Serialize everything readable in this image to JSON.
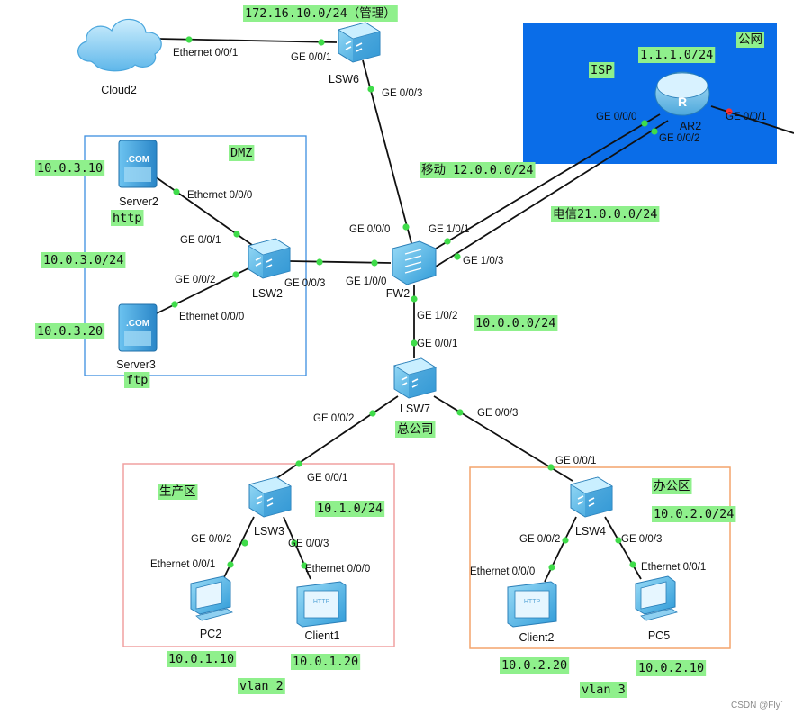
{
  "zones": {
    "isp": {
      "title": "公网",
      "label": "ISP",
      "color": "#0a6de8"
    },
    "dmz": {
      "title": "DMZ",
      "color": "#3d8fe0"
    },
    "production": {
      "title": "生产区",
      "color": "#f0a0a0"
    },
    "office": {
      "title": "办公区",
      "color": "#f4a46c"
    }
  },
  "devices": {
    "cloud2": "Cloud2",
    "lsw6": "LSW6",
    "ar2": "AR2",
    "fw2": "FW2",
    "lsw2": "LSW2",
    "server2": "Server2",
    "server3": "Server3",
    "lsw7": "LSW7",
    "lsw3": "LSW3",
    "lsw4": "LSW4",
    "pc2": "PC2",
    "client1": "Client1",
    "client2": "Client2",
    "pc5": "PC5",
    "server_badge": ".COM",
    "http_badge": "HTTP"
  },
  "ports": {
    "cloud2_eth": "Ethernet 0/0/1",
    "lsw6_g1": "GE 0/0/1",
    "lsw6_g3": "GE 0/0/3",
    "ar2_g0": "GE 0/0/0",
    "ar2_g2": "GE 0/0/2",
    "ar2_g1": "GE 0/0/1",
    "fw2_g000": "GE 0/0/0",
    "fw2_g101": "GE 1/0/1",
    "fw2_g103": "GE 1/0/3",
    "fw2_g100": "GE 1/0/0",
    "fw2_g102": "GE 1/0/2",
    "server2_eth": "Ethernet 0/0/0",
    "server3_eth": "Ethernet 0/0/0",
    "lsw2_g1": "GE 0/0/1",
    "lsw2_g2": "GE 0/0/2",
    "lsw2_g3": "GE 0/0/3",
    "lsw7_g1": "GE 0/0/1",
    "lsw7_g2": "GE 0/0/2",
    "lsw7_g3": "GE 0/0/3",
    "lsw3_g1": "GE 0/0/1",
    "lsw3_g2": "GE 0/0/2",
    "lsw3_g3": "GE 0/0/3",
    "pc2_eth": "Ethernet 0/0/1",
    "client1_eth": "Ethernet 0/0/0",
    "lsw4_g1": "GE 0/0/1",
    "lsw4_g2": "GE 0/0/2",
    "lsw4_g3": "GE 0/0/3",
    "client2_eth": "Ethernet 0/0/0",
    "pc5_eth": "Ethernet 0/0/1"
  },
  "notes": {
    "mgmt": "172.16.10.0/24（管理）",
    "public": "1.1.1.0/24",
    "mobile": "移动 12.0.0.0/24",
    "telecom": "电信21.0.0.0/24",
    "server2_ip": "10.0.3.10",
    "server2_svc": "http",
    "dmz_net": "10.0.3.0/24",
    "server3_ip": "10.0.3.20",
    "server3_svc": "ftp",
    "fw_lsw7_net": "10.0.0.0/24",
    "head_office": "总公司",
    "prod_net": "10.1.0/24",
    "office_net": "10.0.2.0/24",
    "pc2_ip": "10.0.1.10",
    "client1_ip": "10.0.1.20",
    "vlan2": "vlan 2",
    "client2_ip": "10.0.2.20",
    "pc5_ip": "10.0.2.10",
    "vlan3": "vlan 3"
  },
  "watermark": "CSDN @Fly`"
}
